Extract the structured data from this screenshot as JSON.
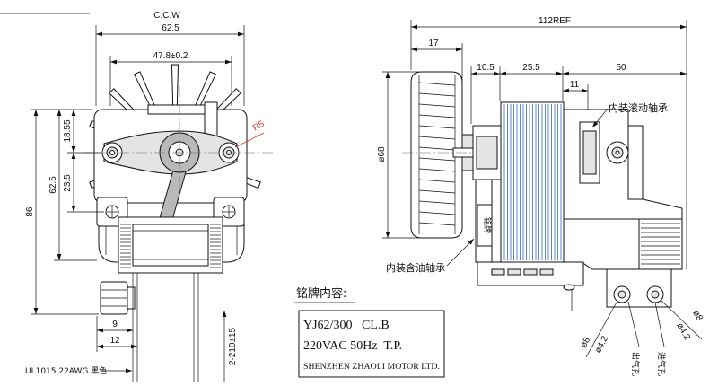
{
  "colors": {
    "lamination": "#4a78d6",
    "annotation": "#d83a3a"
  },
  "front_view": {
    "rotation_label": "C.C.W",
    "width_overall": "62.5",
    "hole_spacing": "47.8±0.2",
    "corner_radius": "R5",
    "hole_offset_upper": "18.55",
    "hole_offset_lower": "23.5",
    "frame_height": "62.5",
    "overall_height": "86",
    "lead_offset_a": "9",
    "lead_offset_b": "12",
    "lead_length": "2-210±15",
    "lead_spec": "UL1015 22AWG 黑色"
  },
  "side_view": {
    "overall_length": "112REF",
    "fan_width": "17",
    "bearing_offset": "10.5",
    "stack_length": "25.5",
    "rear_length": "50",
    "bearing_width": "11",
    "fan_diameter": "ø68",
    "rolling_bearing_note": "内装滚动轴承",
    "oil_bearing_note": "内装含油轴承",
    "label_plate": "铭牌",
    "terminal_holes": {
      "outer_left": "ø8",
      "inner_left": "ø4.2",
      "inner_right": "ø4.2",
      "outer_right": "ø8"
    },
    "outlet_hole": "出气孔",
    "inlet_hole": "进气孔"
  },
  "nameplate": {
    "heading": "铭牌内容:",
    "lines": [
      "YJ62/300   CL.B",
      "220VAC 50Hz  T.P.",
      "SHENZHEN ZHAOLI MOTOR LTD."
    ]
  }
}
